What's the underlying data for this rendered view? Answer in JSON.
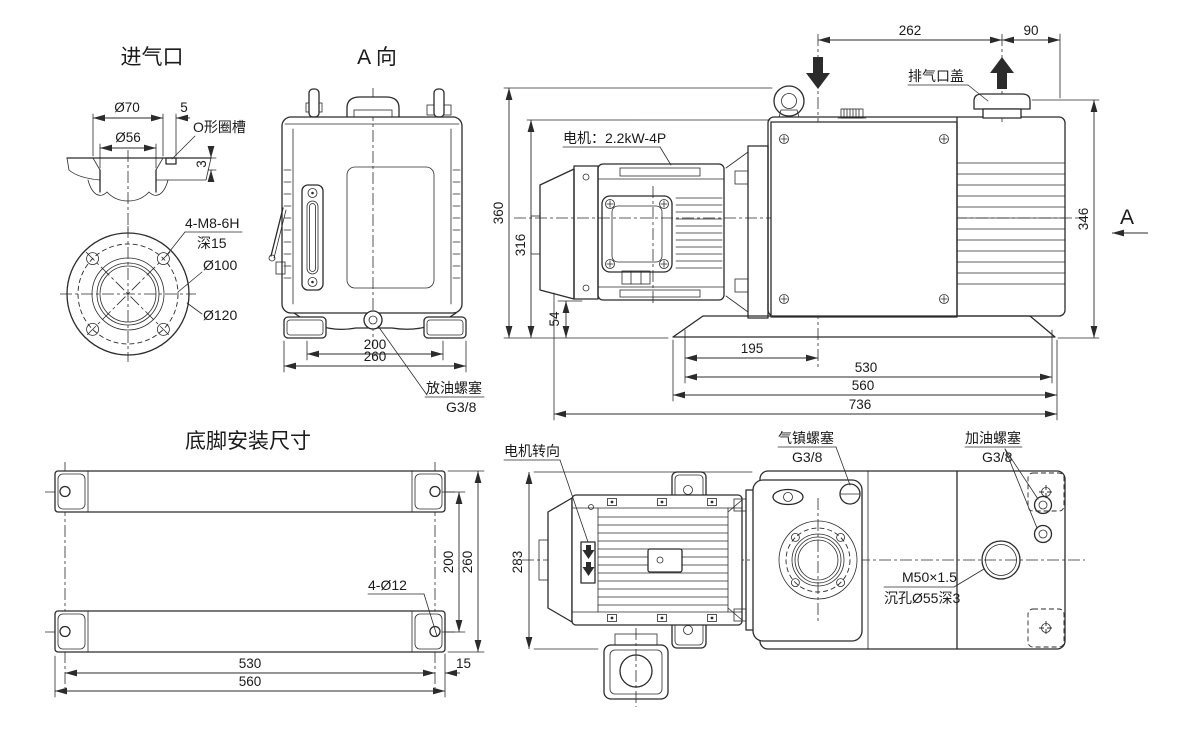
{
  "page": {
    "background": "#ffffff",
    "line_color": "#2b2b2b"
  },
  "views": {
    "inlet": {
      "title": "进气口",
      "dia70": "Ø70",
      "offset5": "5",
      "dia56": "Ø56",
      "oring_groove": "O形圈槽",
      "depth3": "3",
      "bolt_spec": "4-M8-6H",
      "bolt_depth": "深15",
      "dia100": "Ø100",
      "dia120": "Ø120"
    },
    "front": {
      "title": "A 向",
      "dim200": "200",
      "dim260": "260",
      "drain_plug": "放油螺塞",
      "drain_thread": "G3/8"
    },
    "side": {
      "dim262": "262",
      "dim90": "90",
      "exhaust_cover": "排气口盖",
      "motor_label": "电机：2.2kW-4P",
      "dim360": "360",
      "dim316": "316",
      "dim54": "54",
      "dim195": "195",
      "dim530": "530",
      "dim560": "560",
      "dim736": "736",
      "dim346": "346",
      "view_arrow": "A"
    },
    "feet": {
      "title": "底脚安装尺寸",
      "dim200": "200",
      "dim260": "260",
      "holes": "4-Ø12",
      "dim530": "530",
      "dim15": "15",
      "dim560": "560"
    },
    "top": {
      "rotation": "电机转向",
      "gas_plug": "气镇螺塞",
      "gas_thread": "G3/8",
      "oil_fill_plug": "加油螺塞",
      "oil_fill_thread": "G3/8",
      "dim283": "283",
      "exhaust_thread": "M50×1.5",
      "counterbore": "沉孔Ø55深3"
    }
  }
}
